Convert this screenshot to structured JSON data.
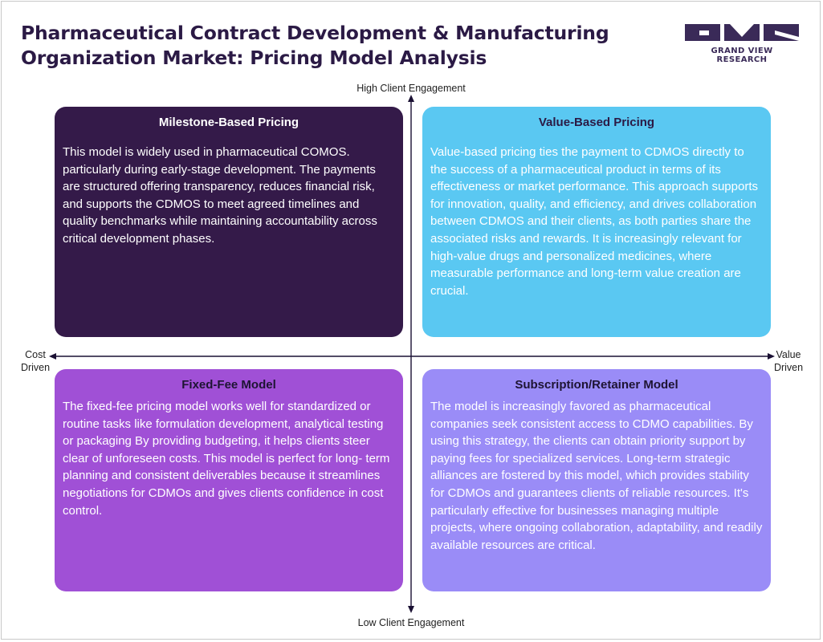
{
  "header": {
    "title": "Pharmaceutical Contract Development & Manufacturing Organization Market: Pricing Model Analysis",
    "brand": "GRAND VIEW RESEARCH"
  },
  "axes": {
    "top": "High Client Engagement",
    "bottom": "Low Client Engagement",
    "left": "Cost Driven",
    "right": "Value Driven"
  },
  "quadrants": {
    "top_left": {
      "title": "Milestone-Based Pricing",
      "body": "This model is widely used in pharmaceutical COMOS. particularly during early-stage development. The payments are structured offering transparency, reduces financial risk, and supports the CDMOS to meet agreed timelines and quality benchmarks while maintaining accountability across critical development phases."
    },
    "top_right": {
      "title": "Value-Based Pricing",
      "body": "Value-based pricing ties the payment to CDMOS directly to the success of a pharmaceutical product in terms of its effectiveness or market performance. This approach supports for innovation, quality, and efficiency, and drives collaboration between CDMOS and their clients, as both parties share the associated risks and rewards. It is increasingly relevant for high-value drugs and personalized medicines, where measurable performance and long-term value creation are crucial."
    },
    "bottom_left": {
      "title": "Fixed-Fee Model",
      "body": "The fixed-fee pricing model works well for standardized or routine tasks like formulation development, analytical testing or packaging By providing budgeting, it helps clients steer clear of unforeseen costs. This model is perfect for long- term planning and consistent deliverables because it streamlines negotiations for CDMOs and gives clients confidence in cost control."
    },
    "bottom_right": {
      "title": "Subscription/Retainer Model",
      "body": "The model is increasingly favored as pharmaceutical companies seek consistent access to CDMO capabilities. By using this strategy, the clients can obtain priority support by paying fees for specialized services. Long-term strategic alliances are fostered by this model, which provides stability for CDMOs and guarantees clients of reliable resources. It's particularly effective for businesses managing multiple projects, where ongoing collaboration, adaptability, and readily available resources are critical."
    }
  },
  "colors": {
    "milestone": "#341a49",
    "value": "#5ac8f2",
    "fixed_fee": "#a050d6",
    "subscription": "#9a8cf7",
    "title": "#2b1a45"
  }
}
